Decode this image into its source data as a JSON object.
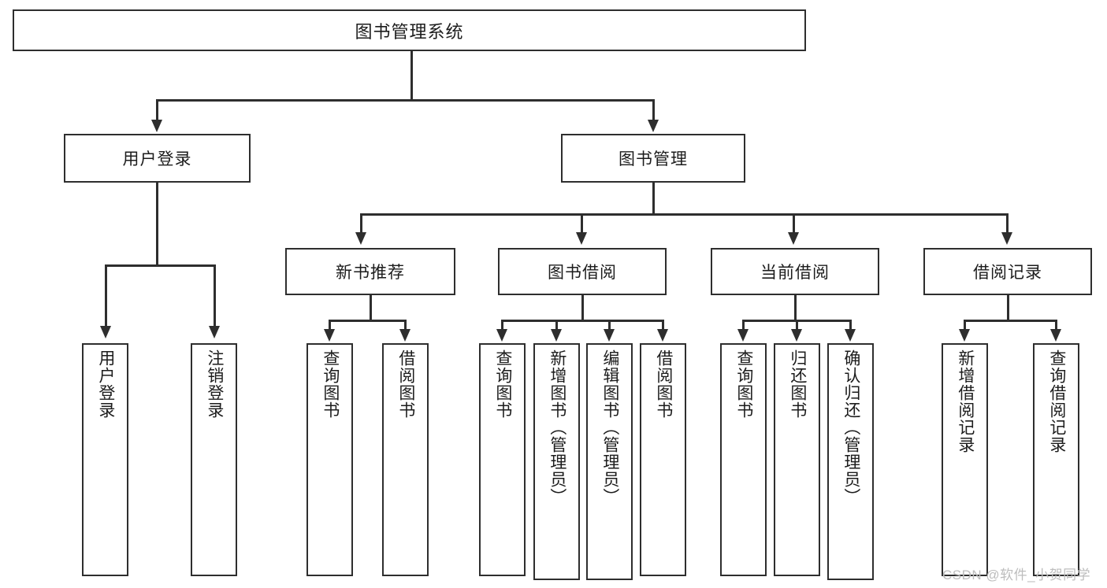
{
  "diagram": {
    "type": "tree-hierarchy-chart",
    "title": "图书管理系统",
    "orientation": "top-down",
    "box_fill": "#ffffff",
    "box_stroke": "#2e2e2e",
    "background": "#ffffff",
    "nodes": {
      "root": {
        "label": "图书管理系统"
      },
      "level1": [
        {
          "id": "user-login",
          "label": "用户登录"
        },
        {
          "id": "book-manage",
          "label": "图书管理"
        }
      ],
      "level2": [
        {
          "id": "new-book-recommend",
          "label": "新书推荐"
        },
        {
          "id": "book-borrow",
          "label": "图书借阅"
        },
        {
          "id": "current-borrow",
          "label": "当前借阅"
        },
        {
          "id": "borrow-record",
          "label": "借阅记录"
        }
      ],
      "leaves": {
        "user-login": [
          {
            "id": "leaf-user-login",
            "label": "用户登录"
          },
          {
            "id": "leaf-logout",
            "label": "注销登录"
          }
        ],
        "new-book-recommend": [
          {
            "id": "leaf-query-book-1",
            "label": "查询图书"
          },
          {
            "id": "leaf-borrow-book-1",
            "label": "借阅图书"
          }
        ],
        "book-borrow": [
          {
            "id": "leaf-query-book-2",
            "label": "查询图书"
          },
          {
            "id": "leaf-add-book",
            "label": "新增图书（管理员）"
          },
          {
            "id": "leaf-edit-book",
            "label": "编辑图书（管理员）"
          },
          {
            "id": "leaf-borrow-book-2",
            "label": "借阅图书"
          }
        ],
        "current-borrow": [
          {
            "id": "leaf-query-book-3",
            "label": "查询图书"
          },
          {
            "id": "leaf-return-book",
            "label": "归还图书"
          },
          {
            "id": "leaf-confirm-return",
            "label": "确认归还（管理员）"
          }
        ],
        "borrow-record": [
          {
            "id": "leaf-add-record",
            "label": "新增借阅记录"
          },
          {
            "id": "leaf-query-record",
            "label": "查询借阅记录"
          }
        ]
      }
    },
    "watermark": "CSDN @软件_小贺同学"
  }
}
